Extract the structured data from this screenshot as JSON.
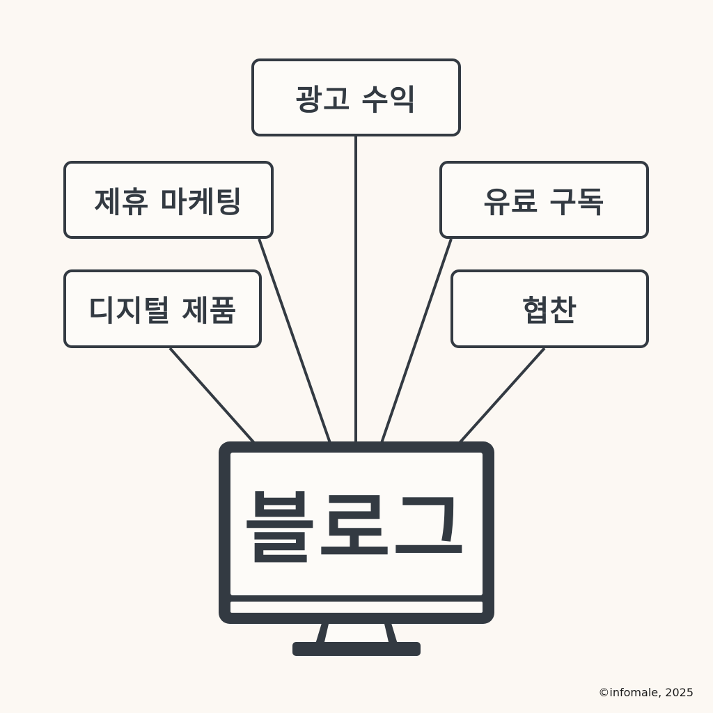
{
  "diagram": {
    "center": {
      "label": "블로그"
    },
    "nodes": [
      {
        "id": "ad",
        "label": "광고 수익"
      },
      {
        "id": "affiliate",
        "label": "제휴 마케팅"
      },
      {
        "id": "subscription",
        "label": "유료 구독"
      },
      {
        "id": "digital",
        "label": "디지털 제품"
      },
      {
        "id": "sponsorship",
        "label": "협찬"
      }
    ]
  },
  "footer": {
    "copyright": "©infomale, 2025"
  },
  "colors": {
    "stroke": "#333a42",
    "background": "#fcf8f3",
    "box_fill": "#fdfbf8"
  }
}
